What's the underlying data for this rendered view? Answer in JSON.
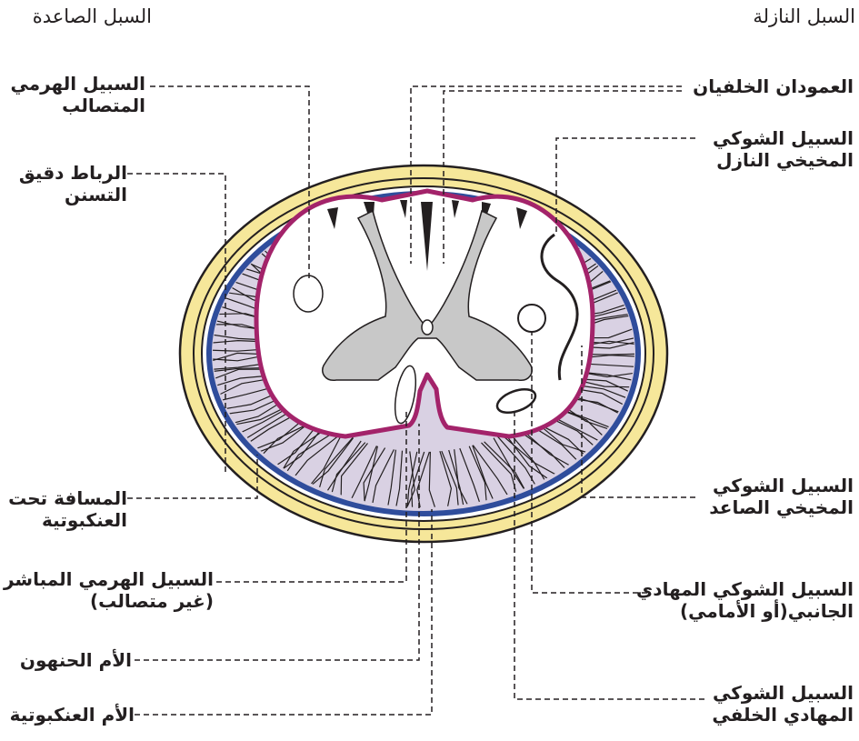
{
  "headings": {
    "ascending": "السبل الصاعدة",
    "descending": "السبل النازلة"
  },
  "labels": {
    "lateral_corticospinal": [
      "السبيل الهرمي",
      "المتصالب"
    ],
    "denticulate_ligament": [
      "الرباط دقيق",
      "التسنن"
    ],
    "subarachnoid_space": [
      "المسافة تحت",
      "العنكبوتية"
    ],
    "anterior_corticospinal": [
      "السبيل الهرمي المباشر",
      "(غير متصالب)"
    ],
    "pia_mater": "الأم الحنهون",
    "arachnoid_mater": "الأم العنكبوتية",
    "dorsal_columns": "العمودان الخلفيان",
    "descending_spinocerebellar": [
      "السبيل الشوكي",
      "المخيخي النازل"
    ],
    "ascending_spinocerebellar": [
      "السبيل الشوكي",
      "المخيخي الصاعد"
    ],
    "lateral_spinothalamic": [
      "السبيل الشوكي المهادي",
      "الجانبي(أو الأمامي)"
    ],
    "posterior_spinothalamic": [
      "السبيل الشوكي",
      "المهادي الخلفي"
    ]
  },
  "colors": {
    "dura": "#f6e79a",
    "arachnoid": "#2f4d9c",
    "subarachnoid_fill": "#d9d1e3",
    "pia": "#a3236a",
    "gray_matter": "#c8c8c8",
    "line": "#231f20"
  }
}
